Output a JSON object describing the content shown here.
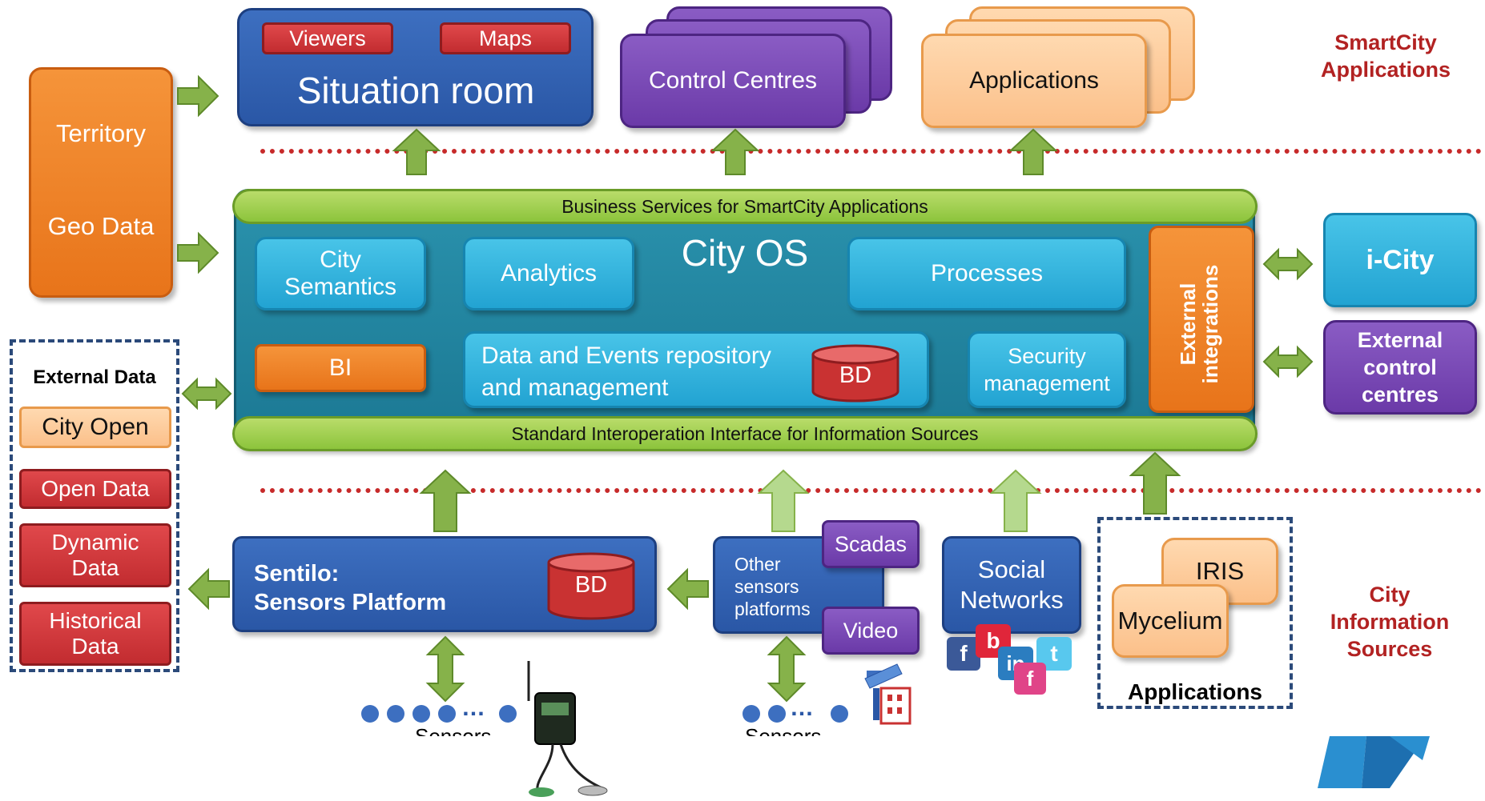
{
  "top": {
    "situation_room": {
      "title": "Situation room",
      "viewers": "Viewers",
      "maps": "Maps"
    },
    "control_centres": "Control Centres",
    "applications": "Applications",
    "smartcity_label": "SmartCity\nApplications"
  },
  "left": {
    "territory": "Territory",
    "geo_data": "Geo Data"
  },
  "city_os": {
    "business_bar": "Business Services for SmartCity Applications",
    "title": "City OS",
    "city_semantics": "City\nSemantics",
    "analytics": "Analytics",
    "processes": "Processes",
    "bi": "BI",
    "data_events": "Data and Events repository\nand management",
    "bd": "BD",
    "security": "Security\nmanagement",
    "external_integrations": "External\nintegrations",
    "standard_bar": "Standard Interoperation Interface for Information Sources"
  },
  "right": {
    "icity": "i-City",
    "external_control": "External\ncontrol\ncentres"
  },
  "external_data": {
    "title": "External Data",
    "city_open": "City Open",
    "open_data": "Open Data",
    "dynamic_data": "Dynamic\nData",
    "historical_data": "Historical\nData"
  },
  "bottom": {
    "sentilo": "Sentilo:\nSensors Platform",
    "bd": "BD",
    "other_sensors": "Other\nsensors\nplatforms",
    "scadas": "Scadas",
    "video": "Video",
    "social_networks": "Social\nNetworks",
    "iris": "IRIS",
    "mycelium": "Mycelium",
    "applications": "Applications",
    "sensors_1": "Sensors",
    "sensors_2": "Sensors",
    "ellipsis": "…",
    "city_info_label": "City\nInformation\nSources"
  },
  "social_icons": [
    "f",
    "b",
    "in",
    "t",
    "f"
  ],
  "colors": {
    "green_arrow": "#86b24a",
    "light_green_arrow": "#b5d98e",
    "dotted_line": "#c72a2a",
    "label_red": "#b22222",
    "city_os_body": "#1f7f9a"
  }
}
